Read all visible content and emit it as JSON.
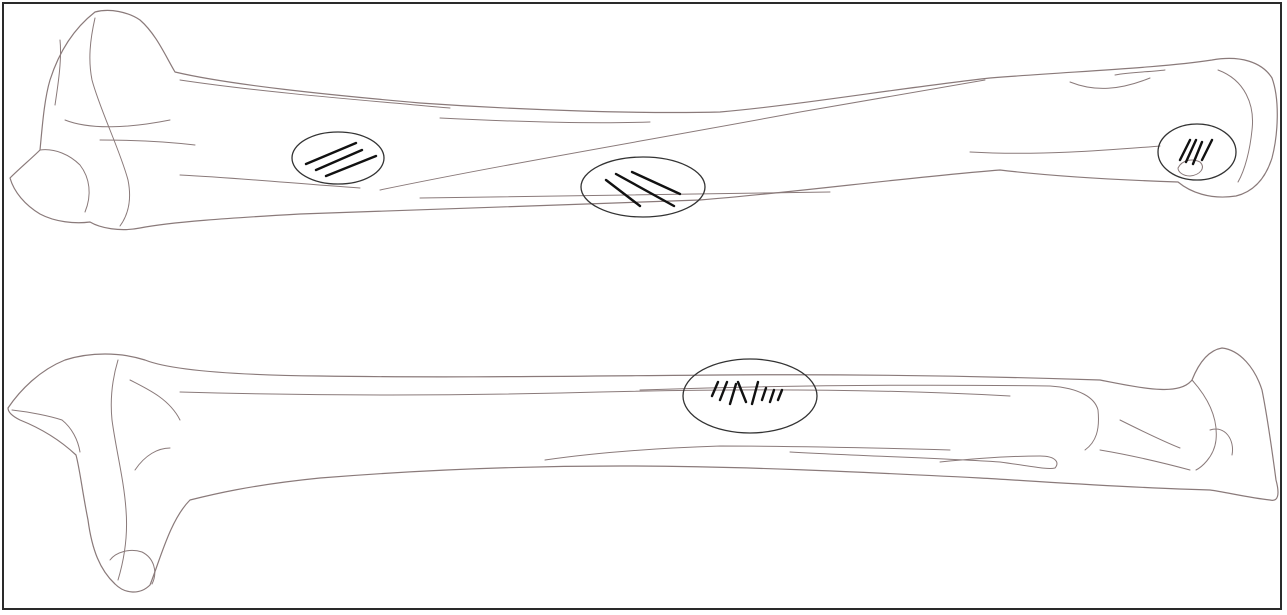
{
  "figure": {
    "line_color": "#8a7a7a",
    "mark_color": "#111111",
    "frame_color": "#2a2a2a",
    "views": [
      "upper-bone-view",
      "lower-bone-view"
    ],
    "cut_mark_groups": [
      {
        "view": "upper",
        "region": "proximal-shaft",
        "marks": 3
      },
      {
        "view": "upper",
        "region": "mid-shaft",
        "marks": 3
      },
      {
        "view": "upper",
        "region": "distal-end",
        "marks": 4
      },
      {
        "view": "lower",
        "region": "mid-shaft",
        "marks": 8
      }
    ]
  }
}
